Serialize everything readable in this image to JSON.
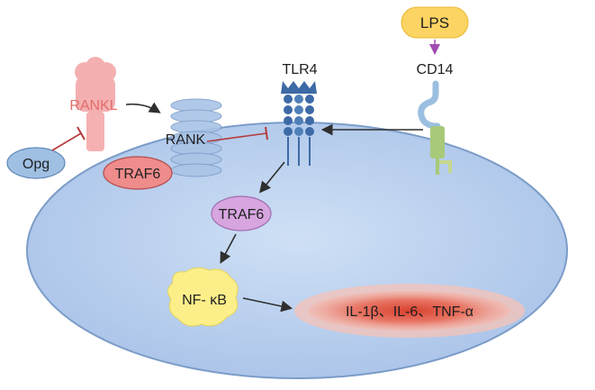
{
  "labels": {
    "lps": "LPS",
    "cd14": "CD14",
    "tlr4": "TLR4",
    "rankl": "RANKL",
    "rank": "RANK",
    "opg": "Opg",
    "traf6_membrane": "TRAF6",
    "traf6_cytoplasm": "TRAF6",
    "nfkb": "NF- κB",
    "cytokines": "IL-1β、IL-6、TNF-α"
  },
  "colors": {
    "cell_fill": "#bcd3ef",
    "cell_stroke": "#7b9cc8",
    "lps": "#fbd463",
    "cd14": "#9bbfe0",
    "cd14_stem": "#a8c97a",
    "tlr4": "#3d6aa6",
    "rankl": "#f3a3a3",
    "rankl_text": "#e26d6d",
    "rank": "#a9c4e6",
    "opg": "#9fc0e3",
    "traf6_membrane": "#ef8c8c",
    "traf6_cytoplasm": "#d7a5e0",
    "nfkb": "#fcef8a",
    "cytokine_halo": "#e55c4c",
    "inhibit": "#b43a3a",
    "arrow": "#2f2f2f",
    "lps_arrow": "#a14bb0"
  }
}
